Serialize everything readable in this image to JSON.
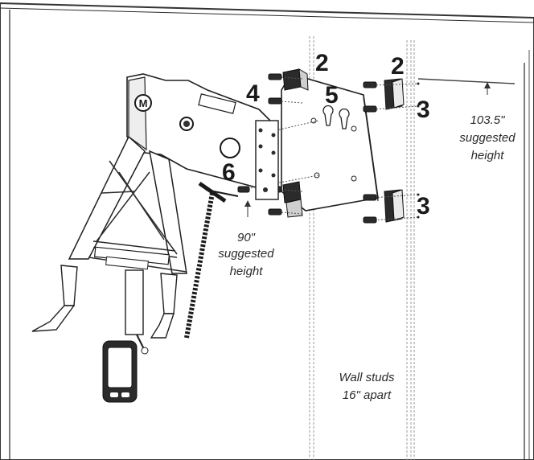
{
  "callouts": {
    "c2a": "2",
    "c2b": "2",
    "c3a": "3",
    "c3b": "3",
    "c4": "4",
    "c5": "5",
    "c6": "6"
  },
  "notes": {
    "upper_height_value": "103.5\"",
    "upper_height_line1": "suggested",
    "upper_height_line2": "height",
    "lower_height_value": "90\"",
    "lower_height_line1": "suggested",
    "lower_height_line2": "height",
    "studs_line1": "Wall studs",
    "studs_line2": "16\" apart"
  },
  "logo_text": "M"
}
